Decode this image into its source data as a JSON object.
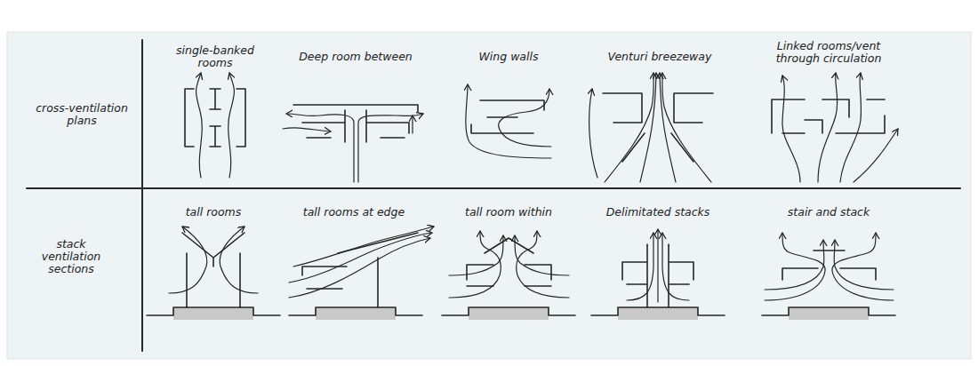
{
  "diagram": {
    "labels": [
      "single-banked rooms",
      "Deep room between",
      "Wing walls",
      "Venturi breezeway",
      "Linked rooms/vent through circulation",
      "cross-ventilation plans",
      "tall rooms",
      "tall rooms at edge",
      "tall room within",
      "Delimitated stacks",
      "stair and stack",
      "stack ventilation sections"
    ]
  }
}
